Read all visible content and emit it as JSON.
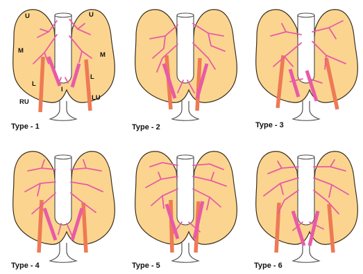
{
  "colors": {
    "gland": "#fbd58f",
    "gland_stroke": "#3a2e20",
    "vessel_fill": "#ffffff",
    "vessel_stroke": "#444444",
    "artery": "#e95aa6",
    "nerve": "#ee7a55"
  },
  "panels": [
    {
      "caption": "Type - 1"
    },
    {
      "caption": "Type - 2"
    },
    {
      "caption": "Type - 3"
    },
    {
      "caption": "Type - 4"
    },
    {
      "caption": "Type - 5"
    },
    {
      "caption": "Type - 6"
    }
  ],
  "labels": {
    "upper_left": "U",
    "upper_right": "U",
    "middle_left": "M",
    "middle_right": "M",
    "lower_left": "L",
    "lower_right": "L",
    "inferior": "I",
    "right_nerve": "RU",
    "left_nerve": "LU"
  }
}
